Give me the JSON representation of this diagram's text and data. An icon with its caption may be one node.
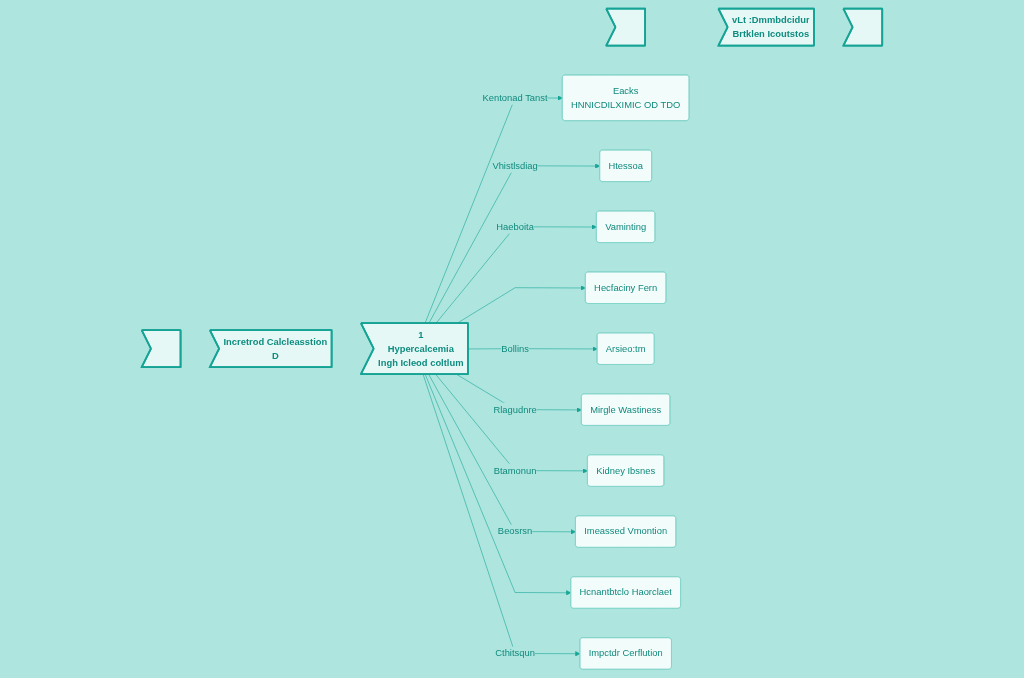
{
  "diagram": {
    "nodes": [
      {
        "text": [],
        "shape": "box"
      },
      {
        "text": [
          "Incretrod Calcleasstion",
          "D"
        ]
      },
      {
        "text": [
          "1",
          "Hypercalcemia",
          "Ingh Icleod coltlum"
        ]
      },
      {
        "text": [],
        "shape": "box"
      },
      {
        "text": [
          "vLt :Dmmbdcidur",
          "Brtklen Icoutstos"
        ]
      },
      {
        "text": [],
        "shape": "box"
      },
      {
        "text": [
          "Eacks",
          "HNNICDILXIMIC OD TDO"
        ]
      },
      {
        "text": [
          "Htessoa"
        ]
      },
      {
        "text": [
          "Vaminting"
        ]
      },
      {
        "text": [
          "Hecfaciny Fern"
        ]
      },
      {
        "text": [
          "Arsieo:tm"
        ]
      },
      {
        "text": [
          "Mirgle Wastiness"
        ]
      },
      {
        "text": [
          "Kidney Ibsnes"
        ]
      },
      {
        "text": [
          "Imeassed Vmontion"
        ]
      },
      {
        "text": [
          "Hcnantbtclo Haorclaet"
        ]
      },
      {
        "text": [
          "Impctdr Cerflution"
        ]
      }
    ],
    "edges": [
      {
        "from": 2,
        "to": 6,
        "arrow": "to",
        "label": "Kentonad Tanst"
      },
      {
        "from": 2,
        "to": 7,
        "arrow": "to",
        "label": "Vhistlsdiag"
      },
      {
        "from": 2,
        "to": 8,
        "arrow": "to",
        "label": "Haeboita"
      },
      {
        "from": 2,
        "to": 9,
        "arrow": "to"
      },
      {
        "from": 2,
        "to": 10,
        "arrow": "to",
        "label": "Bollins"
      },
      {
        "from": 2,
        "to": 11,
        "arrow": "to",
        "label": "Rlagudnre"
      },
      {
        "from": 2,
        "to": 12,
        "arrow": "to",
        "label": "Btamonun"
      },
      {
        "from": 2,
        "to": 13,
        "arrow": "to",
        "label": "Beosrsn"
      },
      {
        "from": 2,
        "to": 14,
        "arrow": "to"
      },
      {
        "from": 2,
        "to": 15,
        "arrow": "to",
        "label": "Cthitsqun"
      }
    ]
  }
}
